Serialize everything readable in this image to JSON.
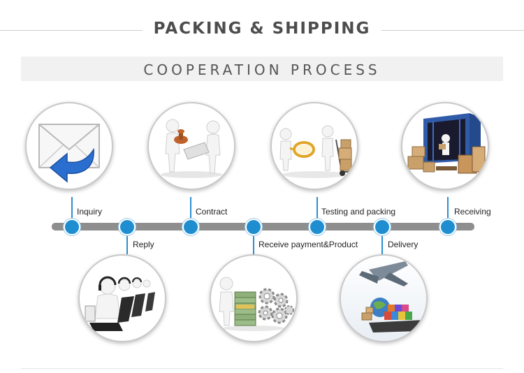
{
  "header": {
    "title": "PACKING & SHIPPING",
    "subtitle": "COOPERATION PROCESS"
  },
  "steps": [
    {
      "label": "Inquiry",
      "icon": "envelope-reply-icon"
    },
    {
      "label": "Reply",
      "icon": "call-center-icon"
    },
    {
      "label": "Contract",
      "icon": "contract-stamp-icon"
    },
    {
      "label": "Receive payment&Product",
      "icon": "money-gears-icon"
    },
    {
      "label": "Testing and packing",
      "icon": "magnifier-handtruck-icon"
    },
    {
      "label": "Delivery",
      "icon": "plane-ship-icon"
    },
    {
      "label": "Receiving",
      "icon": "container-boxes-icon"
    }
  ],
  "colors": {
    "accent": "#1f8ed0",
    "timeline": "#8e8e8e",
    "title": "#4d4d4d"
  }
}
